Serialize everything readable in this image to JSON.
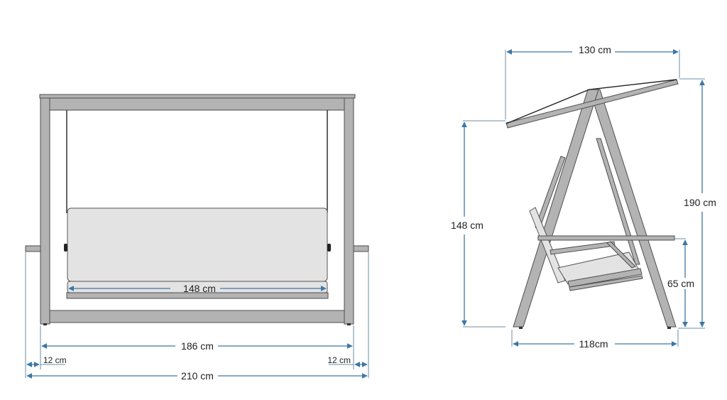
{
  "title": "Garden swing dimension drawing",
  "colors": {
    "frame": "#b3b3b3",
    "frame_outline": "#4d4d4d",
    "cushion": "#e3e3e3",
    "dimension_line": "#3d77a6",
    "background": "#ffffff",
    "text": "#222222"
  },
  "front_view": {
    "seat_width_label": "148 cm",
    "inner_width_label": "186 cm",
    "left_overhang_label": "12 cm",
    "right_overhang_label": "12 cm",
    "total_width_label": "210 cm"
  },
  "side_view": {
    "canopy_depth_label": "130 cm",
    "canopy_low_height_label": "148 cm",
    "total_height_label": "190 cm",
    "armrest_height_label": "65 cm",
    "base_depth_label": "118cm"
  }
}
